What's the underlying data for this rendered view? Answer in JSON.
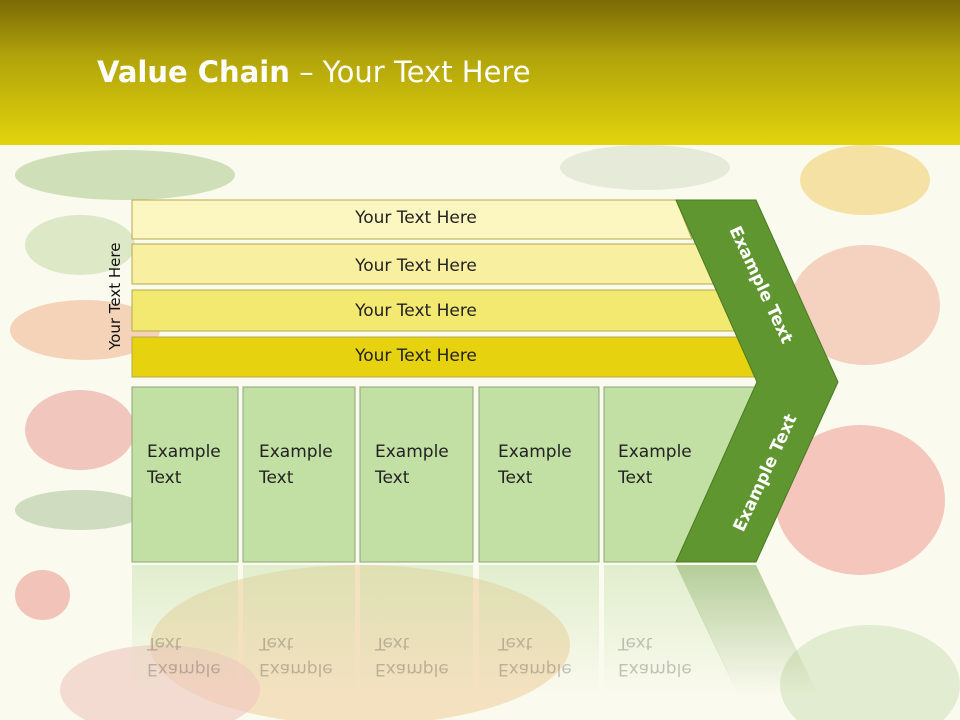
{
  "title": {
    "bold": "Value Chain",
    "rest": " – Your Text Here"
  },
  "side_label": "Your Text Here",
  "bars": [
    {
      "label": "Your Text Here",
      "color": "#fcf7c0"
    },
    {
      "label": "Your Text Here",
      "color": "#f8f0a0"
    },
    {
      "label": "Your Text Here",
      "color": "#f3e970"
    },
    {
      "label": "Your Text Here",
      "color": "#e6d20e"
    }
  ],
  "boxes": [
    {
      "line1": "Example",
      "line2": "Text"
    },
    {
      "line1": "Example",
      "line2": "Text"
    },
    {
      "line1": "Example",
      "line2": "Text"
    },
    {
      "line1": "Example",
      "line2": "Text"
    },
    {
      "line1": "Example",
      "line2": "Text"
    }
  ],
  "arrow_top_label": "Example Text",
  "arrow_bottom_label": "Example Text",
  "colors": {
    "box": "#c2dfa4",
    "arrow": "#5f9630",
    "header": "#e2d40c"
  }
}
